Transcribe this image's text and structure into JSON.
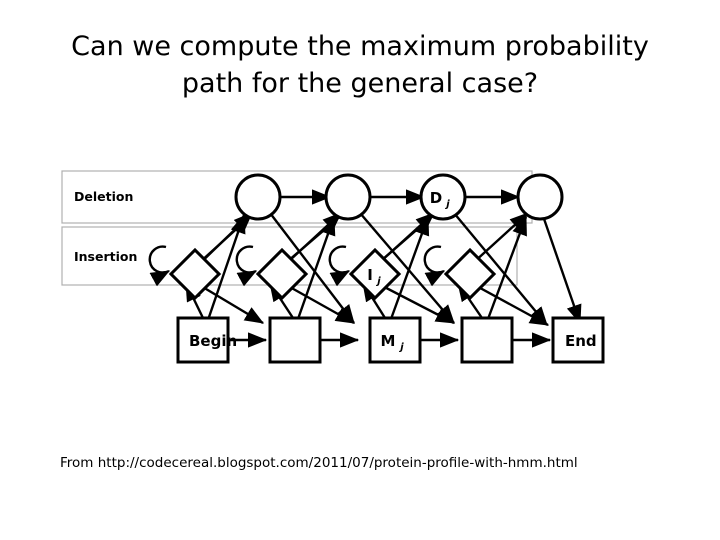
{
  "slide": {
    "title_line1": "Can we compute the maximum probability",
    "title_line2": "path for the general case?",
    "source": "From http://codecereal.blogspot.com/2011/07/protein-profile-with-hmm.html"
  },
  "diagram": {
    "row_labels": {
      "deletion": "Deletion",
      "insertion": "Insertion"
    },
    "nodes": {
      "begin": "Begin",
      "end": "End",
      "delete_label": "D",
      "delete_sub": "j",
      "insert_label": "I",
      "insert_sub": "j",
      "match_label": "M",
      "match_sub": "j"
    },
    "colors": {
      "stroke": "#000000",
      "fill": "#ffffff",
      "box_border": "#aaaaaa",
      "text": "#000000"
    }
  }
}
